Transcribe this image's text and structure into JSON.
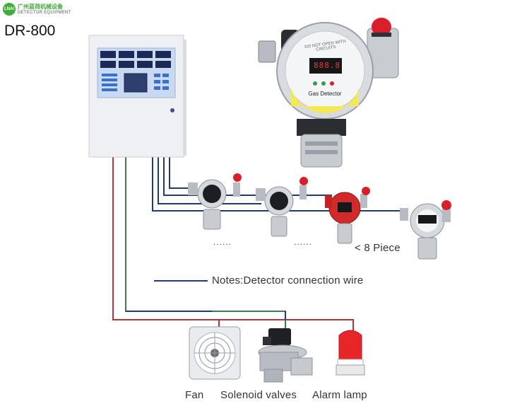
{
  "brand": {
    "logo_text": "LNAI",
    "name_cn": "广州蓝荷机械设备",
    "name_en": "DETECTOR EQUIPMENT"
  },
  "model": "DR-800",
  "detector_face_text": "DO NOT OPEN WITH CIRCUITS",
  "detector_label": "Gas Detector",
  "display_value": "888.8",
  "ellipsis_1": "......",
  "ellipsis_2": "......",
  "piece_note": "< 8 Piece",
  "legend_text": "Notes:Detector connection wire",
  "outputs": [
    {
      "label": "Fan"
    },
    {
      "label": "Solenoid valves"
    },
    {
      "label": "Alarm lamp"
    }
  ],
  "colors": {
    "wire_blue": "#1f3b73",
    "wire_red": "#b5333b",
    "wire_green": "#3c7a52",
    "brand_green": "#3fae3a"
  }
}
